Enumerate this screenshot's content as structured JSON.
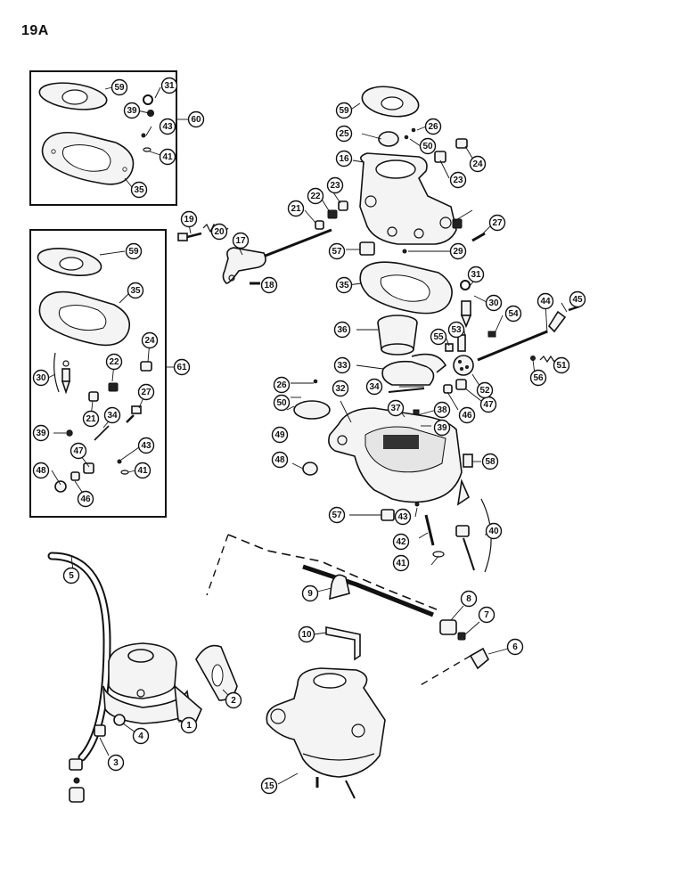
{
  "page_code": "19A",
  "kit_60": {
    "kit_label": "60",
    "parts": [
      "59",
      "31",
      "39",
      "43",
      "41",
      "35"
    ]
  },
  "kit_61": {
    "kit_label": "61",
    "parts": [
      "59",
      "35",
      "24",
      "30",
      "22",
      "21",
      "27",
      "34",
      "39",
      "43",
      "41",
      "47",
      "48",
      "46"
    ]
  },
  "callouts": [
    "1",
    "2",
    "3",
    "4",
    "5",
    "6",
    "7",
    "8",
    "9",
    "10",
    "15",
    "16",
    "17",
    "18",
    "19",
    "20",
    "21",
    "22",
    "23",
    "23",
    "24",
    "25",
    "26",
    "26",
    "27",
    "29",
    "30",
    "31",
    "32",
    "33",
    "34",
    "35",
    "36",
    "37",
    "38",
    "39",
    "40",
    "41",
    "42",
    "43",
    "44",
    "45",
    "46",
    "47",
    "48",
    "49",
    "50",
    "50",
    "51",
    "52",
    "53",
    "54",
    "55",
    "56",
    "57",
    "57",
    "58",
    "59"
  ]
}
